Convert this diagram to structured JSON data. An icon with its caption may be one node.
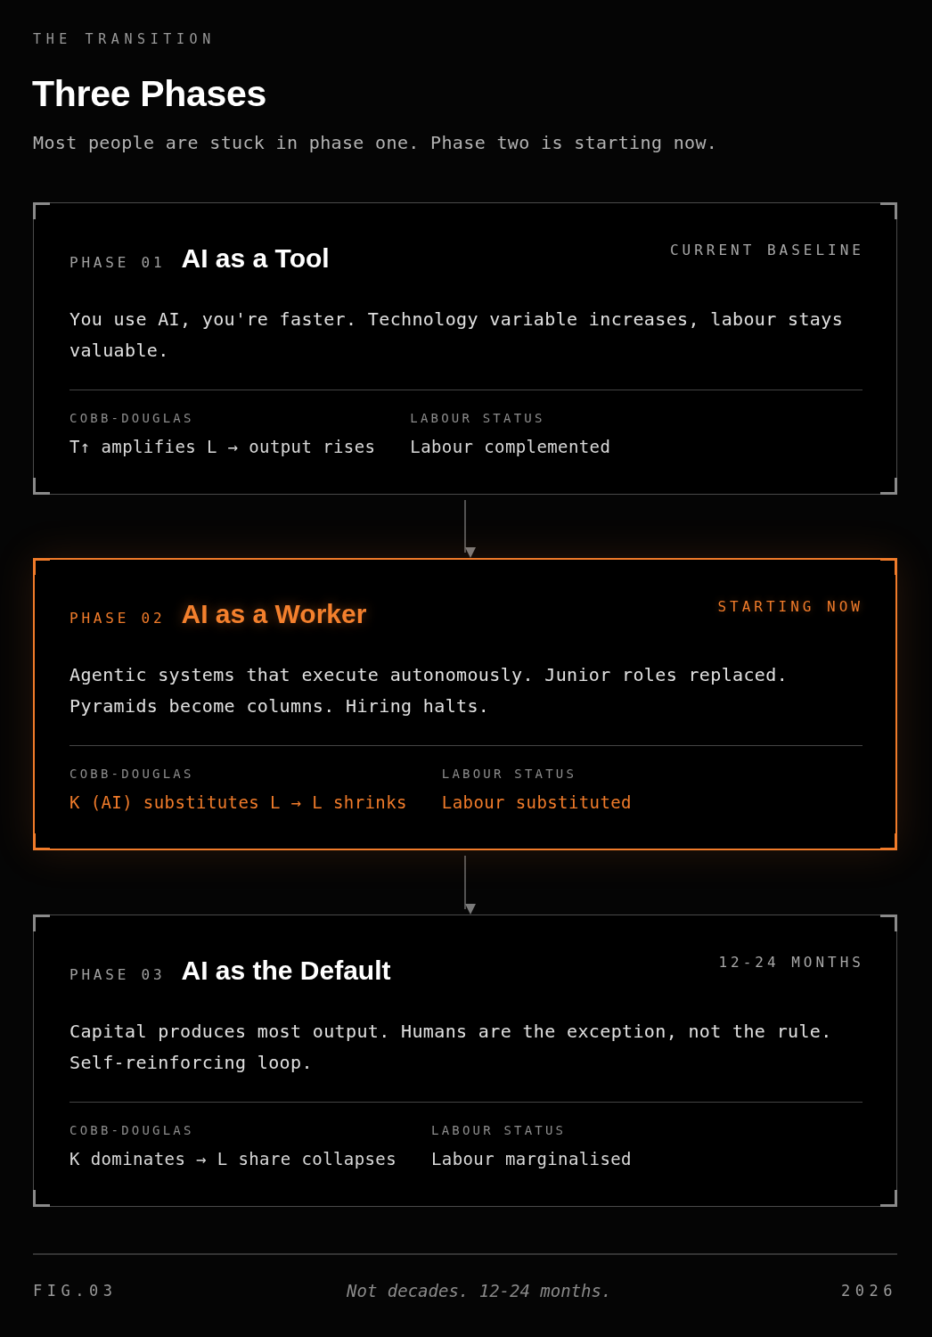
{
  "diagram": {
    "title": "Three Phases",
    "caption": "Not decades. 12-24 months.",
    "nodes": [
      {
        "text": [
          "PHASE 01",
          "AI as a Tool",
          "CURRENT BASELINE",
          "You use AI, you're faster. Technology variable increases, labour stays valuable.",
          "COBB-DOUGLAS",
          "T↑ amplifies L → output rises",
          "LABOUR STATUS",
          "Labour complemented"
        ]
      },
      {
        "text": [
          "PHASE 02",
          "AI as a Worker",
          "STARTING NOW",
          "Agentic systems that execute autonomously. Junior roles replaced. Pyramids become columns. Hiring halts.",
          "COBB-DOUGLAS",
          "K (AI) substitutes L → L shrinks",
          "LABOUR STATUS",
          "Labour substituted"
        ]
      },
      {
        "text": [
          "PHASE 03",
          "AI as the Default",
          "12-24 MONTHS",
          "Capital produces most output. Humans are the exception, not the rule. Self-reinforcing loop.",
          "COBB-DOUGLAS",
          "K dominates → L share collapses",
          "LABOUR STATUS",
          "Labour marginalised"
        ]
      }
    ],
    "edges": [
      {
        "from": 0,
        "to": 1,
        "arrow": "to"
      },
      {
        "from": 1,
        "to": 2,
        "arrow": "to"
      }
    ],
    "labels": [
      "THE TRANSITION",
      "Most people are stuck in phase one. Phase two is starting now.",
      "FIG.03",
      "2026"
    ]
  }
}
